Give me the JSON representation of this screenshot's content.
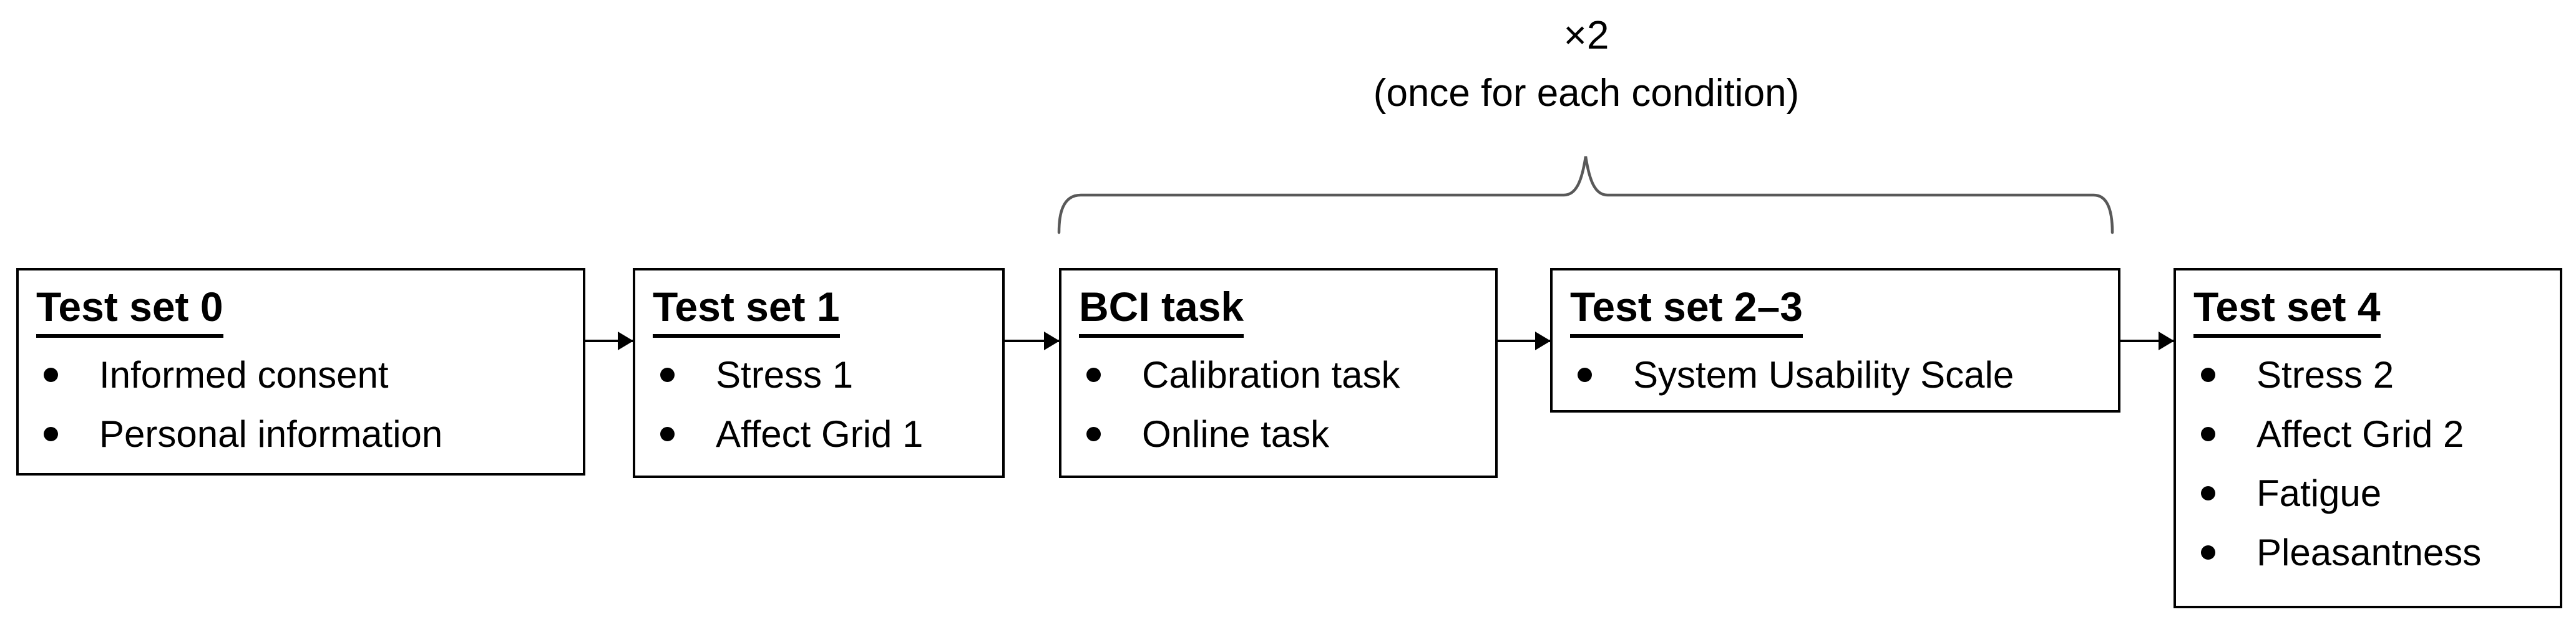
{
  "diagram": {
    "annotation": {
      "multiplier": "×2",
      "note": "(once for each condition)"
    },
    "boxes": [
      {
        "title": "Test set 0",
        "items": [
          "Informed consent",
          "Personal information"
        ]
      },
      {
        "title": "Test set 1",
        "items": [
          "Stress 1",
          "Affect Grid 1"
        ]
      },
      {
        "title": "BCI task",
        "items": [
          "Calibration task",
          "Online task"
        ]
      },
      {
        "title": "Test set 2–3",
        "items": [
          "System Usability Scale"
        ]
      },
      {
        "title": "Test set 4",
        "items": [
          "Stress 2",
          "Affect Grid 2",
          "Fatigue",
          "Pleasantness"
        ]
      }
    ],
    "colors": {
      "text": "#000000",
      "box_border": "#000000",
      "arrow": "#000000",
      "brace": "#595959",
      "background": "#ffffff"
    }
  }
}
